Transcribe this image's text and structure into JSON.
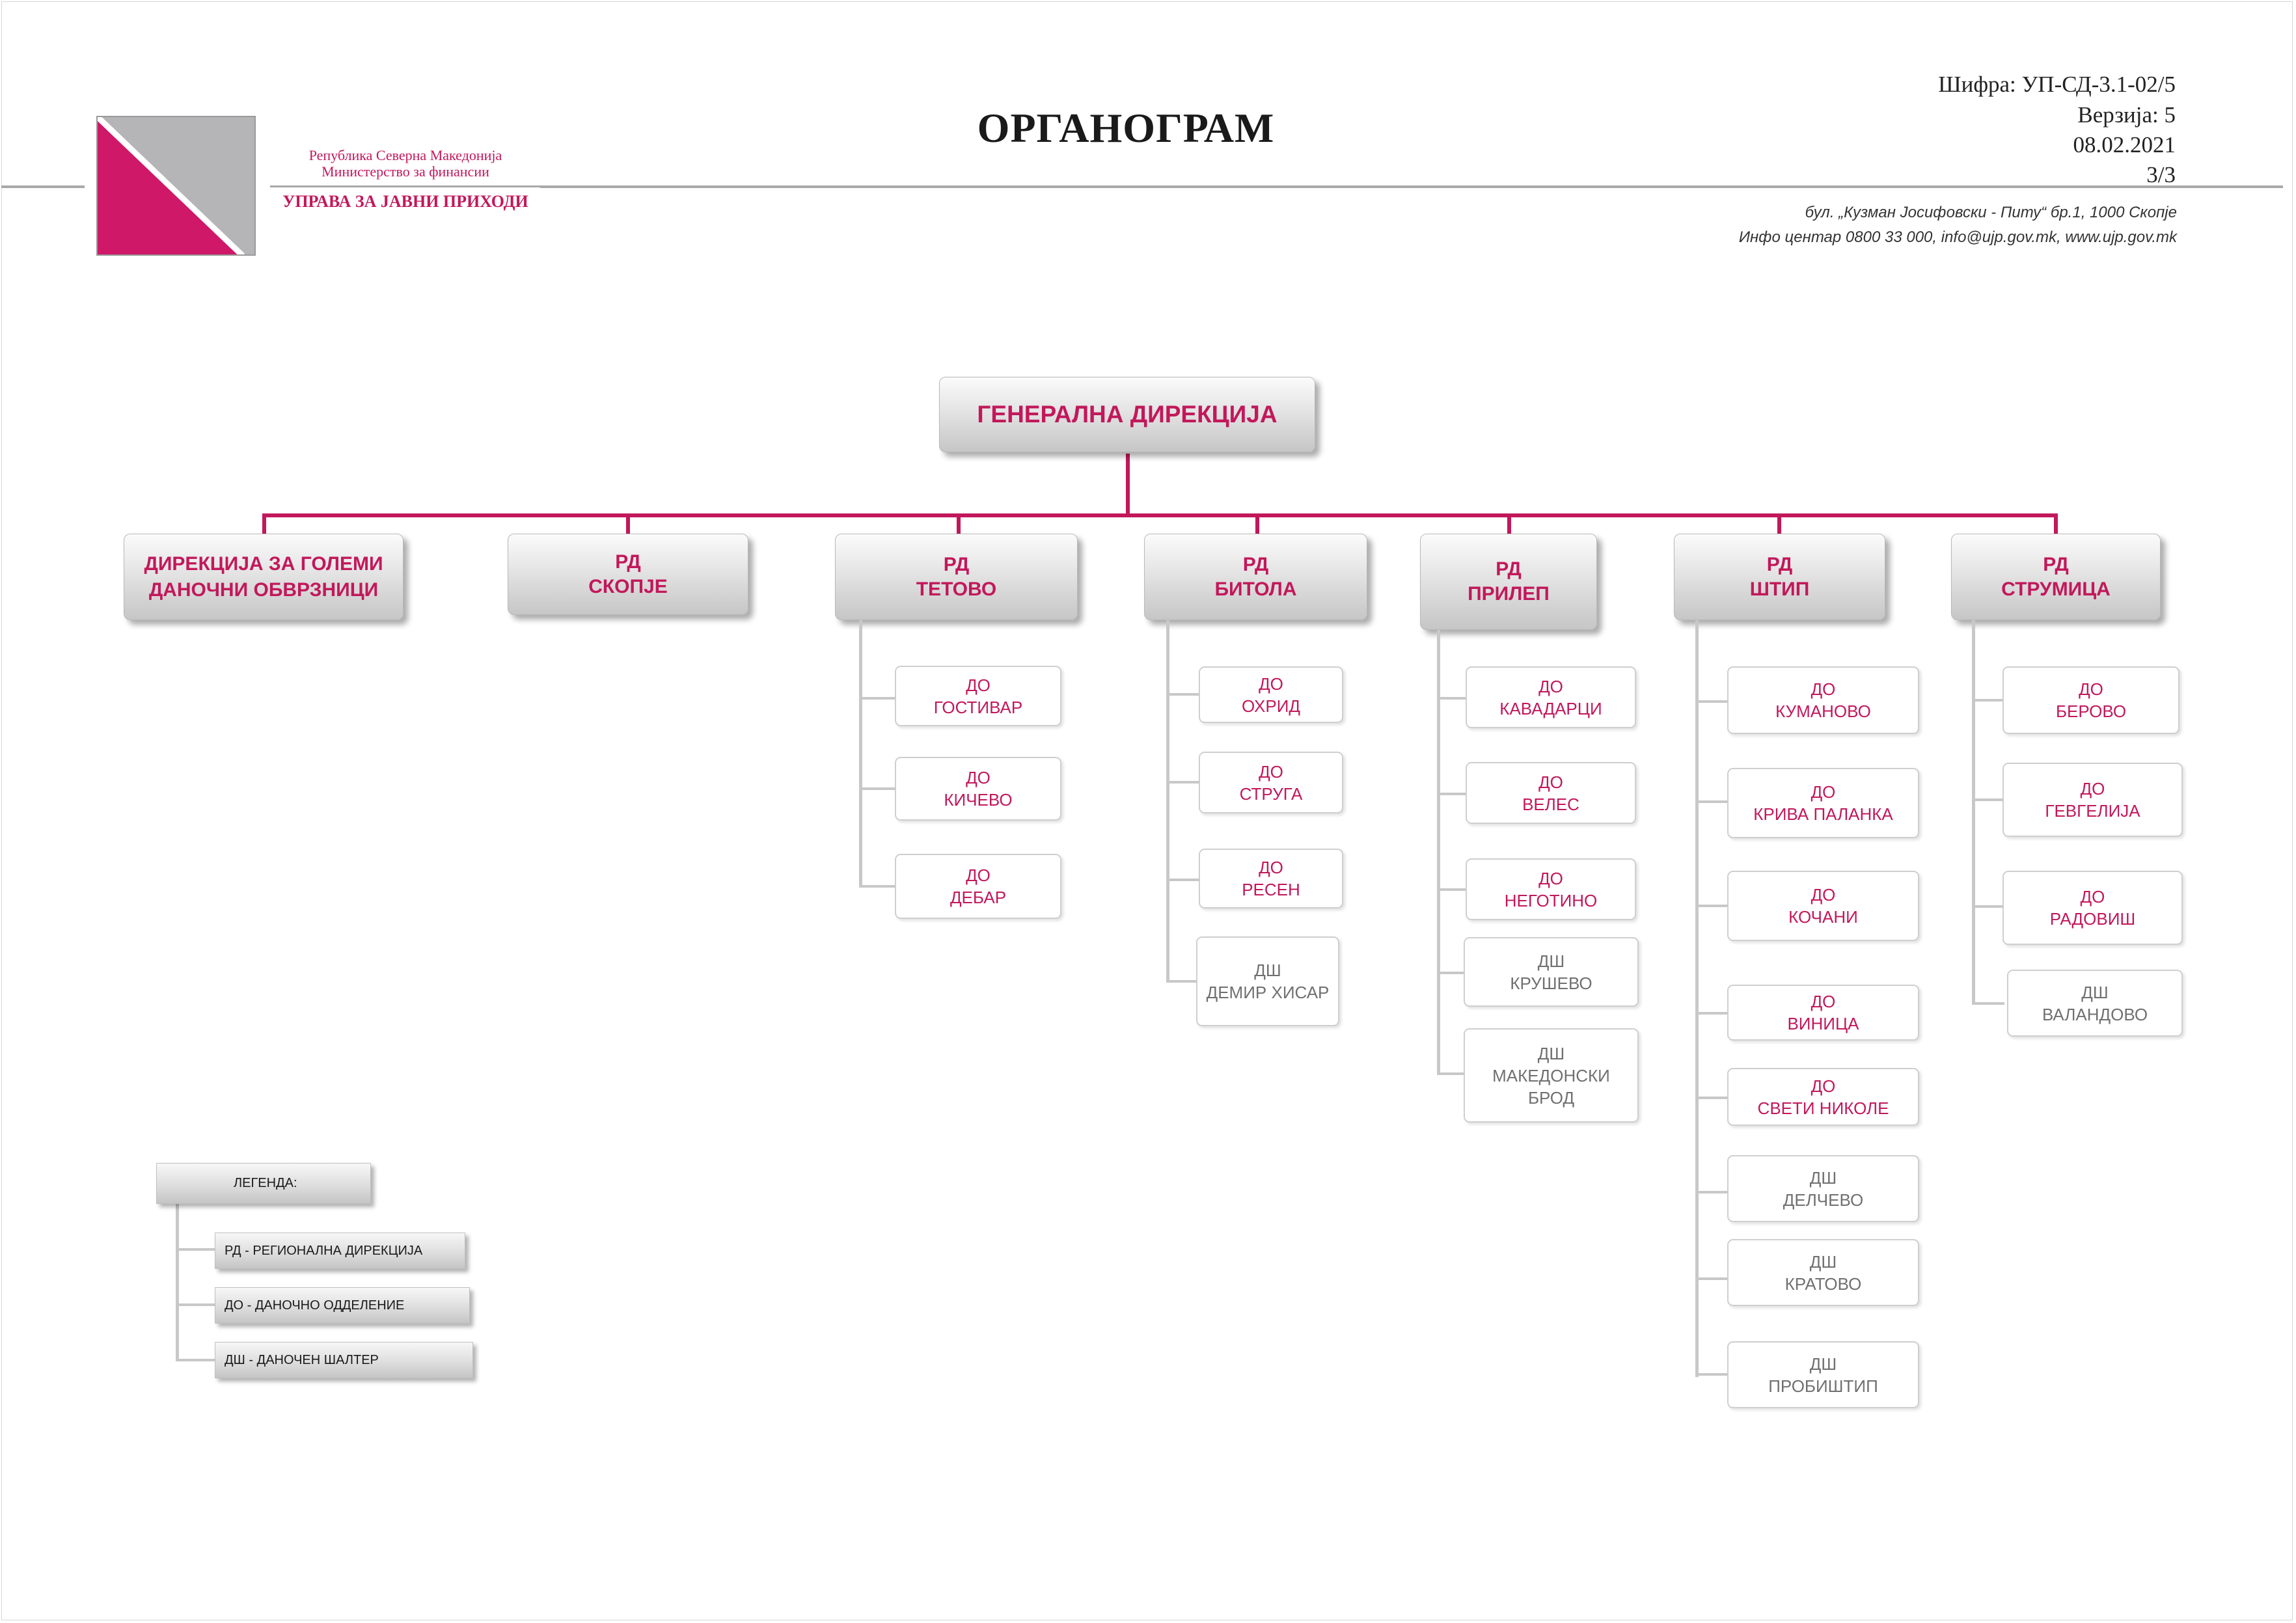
{
  "header": {
    "title": "ОРГАНОГРАМ",
    "code": "Шифра: УП-СД-3.1-02/5",
    "version": "Верзија: 5",
    "date": "08.02.2021",
    "page": "3/3",
    "address": "бул. „Кузман Јосифовски - Питу“ бр.1, 1000 Скопје",
    "contact": "Инфо центар 0800 33 000, info@ujp.gov.mk, www.ujp.gov.mk"
  },
  "logo": {
    "republic": "Република Северна Македонија",
    "ministry": "Министерство за финансии",
    "org": "УПРАВА ЗА ЈАВНИ ПРИХОДИ"
  },
  "colors": {
    "accent": "#c2185b",
    "gray": "#a8a8a8",
    "text_gray": "#707070"
  },
  "chart": {
    "root": "ГЕНЕРАЛНА ДИРЕКЦИЈА",
    "directorates": [
      {
        "lines": [
          "ДИРЕКЦИЈА ЗА ГОЛЕМИ",
          "ДАНОЧНИ ОБВРЗНИЦИ"
        ],
        "units": []
      },
      {
        "lines": [
          "РД",
          "СКОПЈЕ"
        ],
        "units": []
      },
      {
        "lines": [
          "РД",
          "ТЕТОВО"
        ],
        "units": [
          {
            "kind": "do",
            "lines": [
              "ДО",
              "ГОСТИВАР"
            ]
          },
          {
            "kind": "do",
            "lines": [
              "ДО",
              "КИЧЕВО"
            ]
          },
          {
            "kind": "do",
            "lines": [
              "ДО",
              "ДЕБАР"
            ]
          }
        ]
      },
      {
        "lines": [
          "РД",
          "БИТОЛА"
        ],
        "units": [
          {
            "kind": "do",
            "lines": [
              "ДО",
              "ОХРИД"
            ]
          },
          {
            "kind": "do",
            "lines": [
              "ДО",
              "СТРУГА"
            ]
          },
          {
            "kind": "do",
            "lines": [
              "ДО",
              "РЕСЕН"
            ]
          },
          {
            "kind": "ds",
            "lines": [
              "ДШ",
              "ДЕМИР ХИСАР"
            ]
          }
        ]
      },
      {
        "lines": [
          "РД",
          "ПРИЛЕП"
        ],
        "units": [
          {
            "kind": "do",
            "lines": [
              "ДО",
              "КАВАДАРЦИ"
            ]
          },
          {
            "kind": "do",
            "lines": [
              "ДО",
              "ВЕЛЕС"
            ]
          },
          {
            "kind": "do",
            "lines": [
              "ДО",
              "НЕГОТИНО"
            ]
          },
          {
            "kind": "ds",
            "lines": [
              "ДШ",
              "КРУШЕВО"
            ]
          },
          {
            "kind": "ds",
            "lines": [
              "ДШ",
              "МАКЕДОНСКИ",
              "БРОД"
            ]
          }
        ]
      },
      {
        "lines": [
          "РД",
          "ШТИП"
        ],
        "units": [
          {
            "kind": "do",
            "lines": [
              "ДО",
              "КУМАНОВО"
            ]
          },
          {
            "kind": "do",
            "lines": [
              "ДО",
              "КРИВА ПАЛАНКА"
            ]
          },
          {
            "kind": "do",
            "lines": [
              "ДО",
              "КОЧАНИ"
            ]
          },
          {
            "kind": "do",
            "lines": [
              "ДО",
              "ВИНИЦА"
            ]
          },
          {
            "kind": "do",
            "lines": [
              "ДО",
              "СВЕТИ НИКОЛЕ"
            ]
          },
          {
            "kind": "ds",
            "lines": [
              "ДШ",
              "ДЕЛЧЕВО"
            ]
          },
          {
            "kind": "ds",
            "lines": [
              "ДШ",
              "КРАТОВО"
            ]
          },
          {
            "kind": "ds",
            "lines": [
              "ДШ",
              "ПРОБИШТИП"
            ]
          }
        ]
      },
      {
        "lines": [
          "РД",
          "СТРУМИЦА"
        ],
        "units": [
          {
            "kind": "do",
            "lines": [
              "ДО",
              "БЕРОВО"
            ]
          },
          {
            "kind": "do",
            "lines": [
              "ДО",
              "ГЕВГЕЛИЈА"
            ]
          },
          {
            "kind": "do",
            "lines": [
              "ДО",
              "РАДОВИШ"
            ]
          },
          {
            "kind": "ds",
            "lines": [
              "ДШ",
              "ВАЛАНДОВО"
            ]
          }
        ]
      }
    ]
  },
  "legend": {
    "title": "ЛЕГЕНДА:",
    "items": [
      "РД - РЕГИОНАЛНА ДИРЕКЦИЈА",
      "ДО - ДАНОЧНО ОДДЕЛЕНИЕ",
      "ДШ - ДАНОЧЕН ШАЛТЕР"
    ]
  }
}
